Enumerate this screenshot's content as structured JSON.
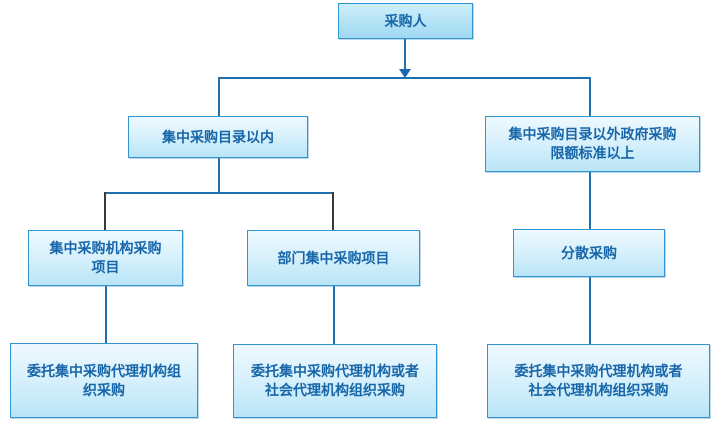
{
  "nodes": {
    "purchaser": {
      "lines": [
        "采购人"
      ]
    },
    "within_catalog": {
      "lines": [
        "集中采购目录以内"
      ]
    },
    "outside_catalog": {
      "lines": [
        "集中采购目录以外政府采购",
        "限额标准以上"
      ]
    },
    "central_agency_projects": {
      "lines": [
        "集中采购机构采购",
        "项目"
      ]
    },
    "departmental_projects": {
      "lines": [
        "部门集中采购项目"
      ]
    },
    "decentralized": {
      "lines": [
        "分散采购"
      ]
    },
    "entrust_central_agency": {
      "lines": [
        "委托集中采购代理机构组",
        "织采购"
      ]
    },
    "entrust_central_or_social_left": {
      "lines": [
        "委托集中采购代理机构或者",
        "社会代理机构组织采购"
      ]
    },
    "entrust_central_or_social_right": {
      "lines": [
        "委托集中采购代理机构或者",
        "社会代理机构组织采购"
      ]
    }
  },
  "colors": {
    "background": "#ffffff",
    "node_border": "#3294d1",
    "node_fill_top": "#eef9fe",
    "node_fill_bottom": "#b9e5f7",
    "root_fill_top": "#cdeefb",
    "root_fill_bottom": "#9fd8f0",
    "text": "#1766a9",
    "connector_blue": "#2170ad",
    "connector_black": "#3a3a3a",
    "arrowhead": "#1b68b0"
  }
}
